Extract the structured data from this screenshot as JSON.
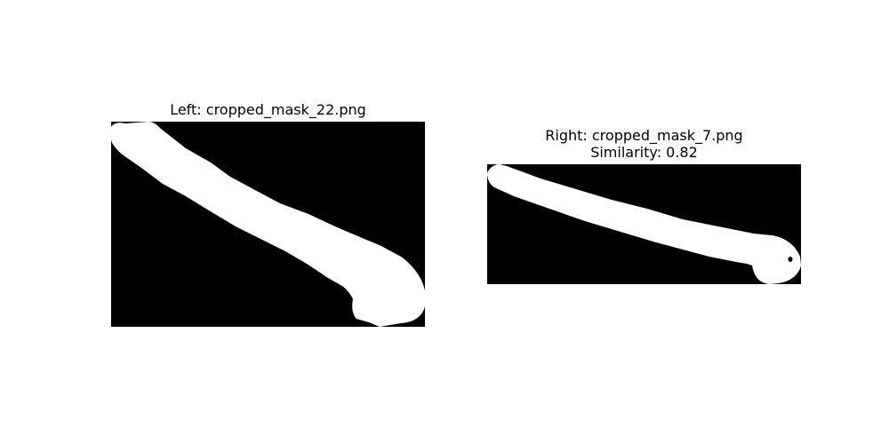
{
  "left_panel": {
    "title": "Left: cropped_mask_22.png"
  },
  "right_panel": {
    "title": "Right: cropped_mask_7.png",
    "similarity": "Similarity: 0.82"
  },
  "colors": {
    "background": "#ffffff",
    "mask_background": "#000000",
    "mask_foreground": "#ffffff",
    "text": "#000000"
  }
}
